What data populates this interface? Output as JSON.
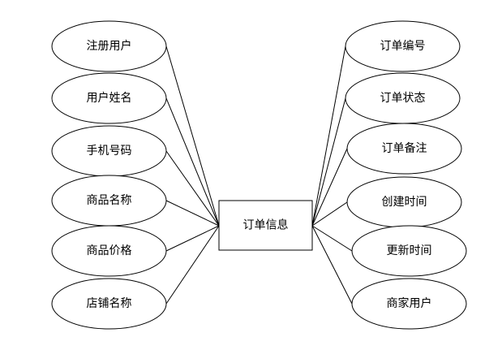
{
  "entity": {
    "label": "订单信息"
  },
  "attributes_left": [
    {
      "label": "注册用户"
    },
    {
      "label": "用户姓名"
    },
    {
      "label": "手机号码"
    },
    {
      "label": "商品名称"
    },
    {
      "label": "商品价格"
    },
    {
      "label": "店铺名称"
    }
  ],
  "attributes_right": [
    {
      "label": "订单编号"
    },
    {
      "label": "订单状态"
    },
    {
      "label": "订单备注"
    },
    {
      "label": "创建时间"
    },
    {
      "label": "更新时间"
    },
    {
      "label": "商家用户"
    }
  ]
}
